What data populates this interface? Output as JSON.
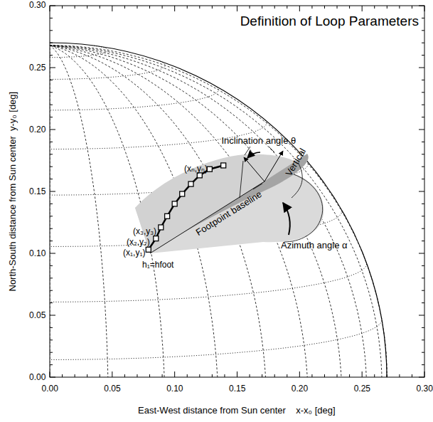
{
  "diagram": {
    "title": "Definition of Loop Parameters",
    "labels": [
      "0.00",
      "0.05",
      "0.10",
      "0.15",
      "0.20",
      "0.25",
      "0.30",
      "0.00",
      "0.05",
      "0.10",
      "0.15",
      "0.20",
      "0.25",
      "0.30",
      "North-South distance from Sun center  y-y₀ [deg]",
      "East-West distance from Sun center    x-x₀ [deg]",
      "(xₙ,yₙ)",
      "(x₃,y₃)",
      "(x₂,y₂)",
      "(x₁,y₁)",
      "h₁=hfoot",
      "Inclination angle θ",
      "Vertical",
      "Footpoint baseline",
      "Azimuth angle α"
    ]
  }
}
